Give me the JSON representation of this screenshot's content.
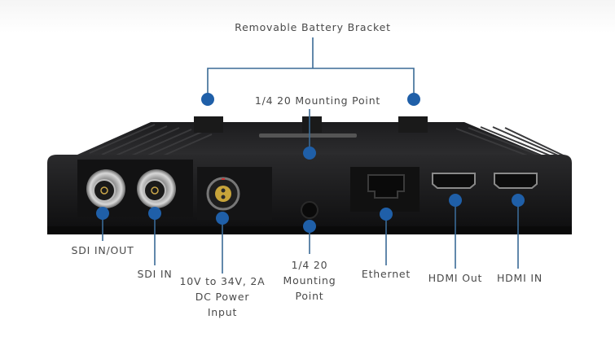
{
  "diagram": {
    "title": "Removable Battery Bracket",
    "accent_color": "#1f5fa8",
    "line_color": "#3a6a96",
    "callouts": [
      {
        "id": "battery-bracket",
        "label": "Removable Battery Bracket"
      },
      {
        "id": "top-mount",
        "label": "1/4 20 Mounting Point"
      },
      {
        "id": "sdi-in-out",
        "label": "SDI IN/OUT"
      },
      {
        "id": "sdi-in",
        "label": "SDI IN"
      },
      {
        "id": "dc-power",
        "label": "10V to 34V, 2A\nDC Power\nInput"
      },
      {
        "id": "bottom-mount",
        "label": "1/4 20\nMounting\nPoint"
      },
      {
        "id": "ethernet",
        "label": "Ethernet"
      },
      {
        "id": "hdmi-out",
        "label": "HDMI Out"
      },
      {
        "id": "hdmi-in",
        "label": "HDMI IN"
      }
    ]
  }
}
